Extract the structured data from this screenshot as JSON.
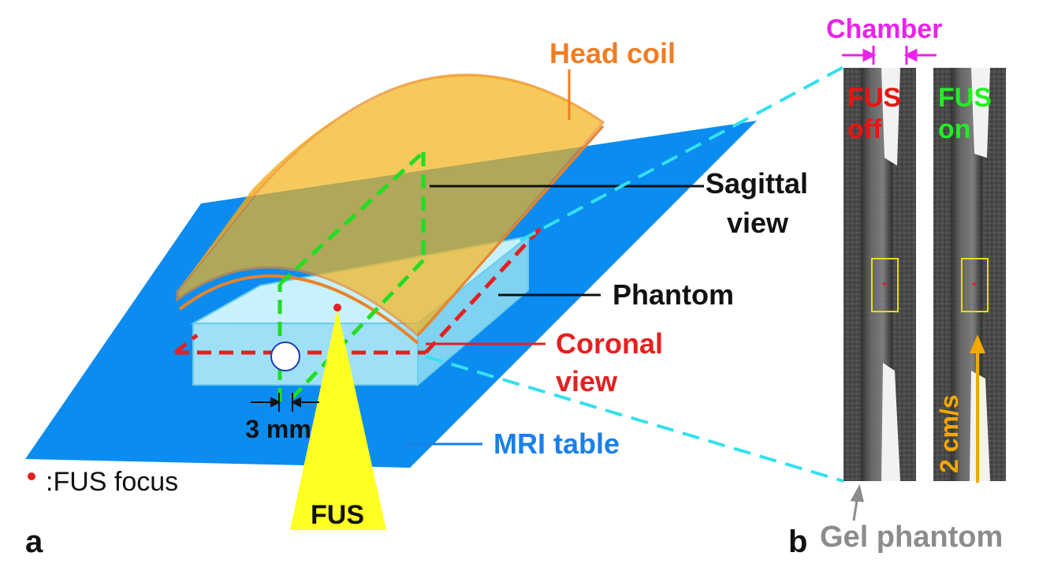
{
  "panel_a": {
    "panel_letter": "a",
    "labels": {
      "head_coil": "Head coil",
      "sagittal_view_line1": "Sagittal",
      "sagittal_view_line2": "view",
      "phantom": "Phantom",
      "coronal_view_line1": "Coronal",
      "coronal_view_line2": "view",
      "mri_table": "MRI table",
      "distance": "3 mm",
      "fus": "FUS",
      "legend_text": ":FUS focus"
    }
  },
  "panel_b": {
    "panel_letter": "b",
    "labels": {
      "chamber": "Chamber",
      "gel_phantom": "Gel phantom",
      "fus_off_line1": "FUS",
      "fus_off_line2": "off",
      "fus_on_line1": "FUS",
      "fus_on_line2": "on",
      "flow_speed": "2 cm/s"
    }
  },
  "colors": {
    "coil_fill": "#f5b31a",
    "coil_stroke": "#e8842a",
    "table": "#0b8cf0",
    "phantom": "#9fe0f7",
    "fus_cone": "#ffff22",
    "sagittal_line": "#22dd22",
    "coronal_line": "#e42020",
    "cyan_dash": "#33e0f0",
    "head_coil_text": "#f07d22",
    "coronal_text": "#e42020",
    "mri_table_text": "#1a7fe8",
    "chamber_text": "#ea22ea",
    "gel_text": "#8c8c8c",
    "fus_off_text": "#ee1111",
    "fus_on_text": "#22ee22",
    "flow_arrow": "#f5a800"
  }
}
